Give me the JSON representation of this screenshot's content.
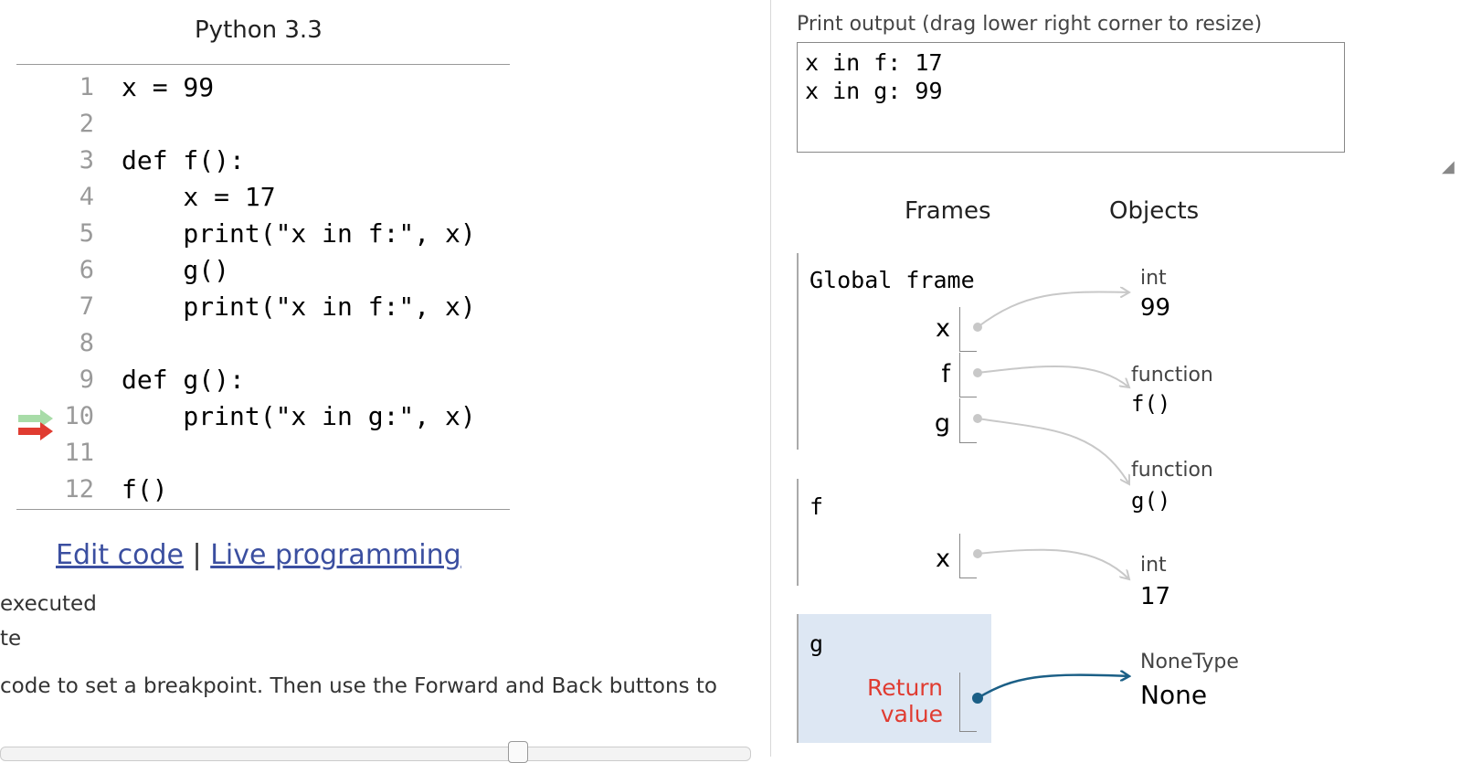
{
  "left": {
    "language": "Python 3.3",
    "code_lines": [
      {
        "num": "1",
        "text": "x = 99"
      },
      {
        "num": "2",
        "text": ""
      },
      {
        "num": "3",
        "text": "def f():"
      },
      {
        "num": "4",
        "text": "    x = 17"
      },
      {
        "num": "5",
        "text": "    print(\"x in f:\", x)"
      },
      {
        "num": "6",
        "text": "    g()"
      },
      {
        "num": "7",
        "text": "    print(\"x in f:\", x)"
      },
      {
        "num": "8",
        "text": ""
      },
      {
        "num": "9",
        "text": "def g():"
      },
      {
        "num": "10",
        "text": "    print(\"x in g:\", x)"
      },
      {
        "num": "11",
        "text": ""
      },
      {
        "num": "12",
        "text": "f()"
      }
    ],
    "edit_link": "Edit code",
    "separator": "|",
    "live_link": "Live programming",
    "legend_executed": "executed",
    "legend_next": "te",
    "hint": "code to set a breakpoint. Then use the Forward and Back buttons to",
    "colors": {
      "prev_arrow": "#a8dca8",
      "cur_arrow": "#e03c31"
    }
  },
  "right": {
    "print_label": "Print output (drag lower right corner to resize)",
    "print_output": "x in f: 17\nx in g: 99",
    "frames_header": "Frames",
    "objects_header": "Objects",
    "global_frame": {
      "name": "Global frame",
      "vars": [
        "x",
        "f",
        "g"
      ]
    },
    "f_frame": {
      "name": "f",
      "vars": [
        "x"
      ]
    },
    "g_frame": {
      "name": "g",
      "return_label_1": "Return",
      "return_label_2": "value"
    },
    "objects": [
      {
        "type": "int",
        "value": "99"
      },
      {
        "type": "function",
        "value": "f()"
      },
      {
        "type": "function",
        "value": "g()"
      },
      {
        "type": "int",
        "value": "17"
      },
      {
        "type": "NoneType",
        "value": "None"
      }
    ],
    "colors": {
      "return_label": "#e03c31",
      "active_frame_bg": "#dde7f3",
      "pointer_gray": "#c8c8c8",
      "pointer_active": "#1b5f86"
    }
  }
}
